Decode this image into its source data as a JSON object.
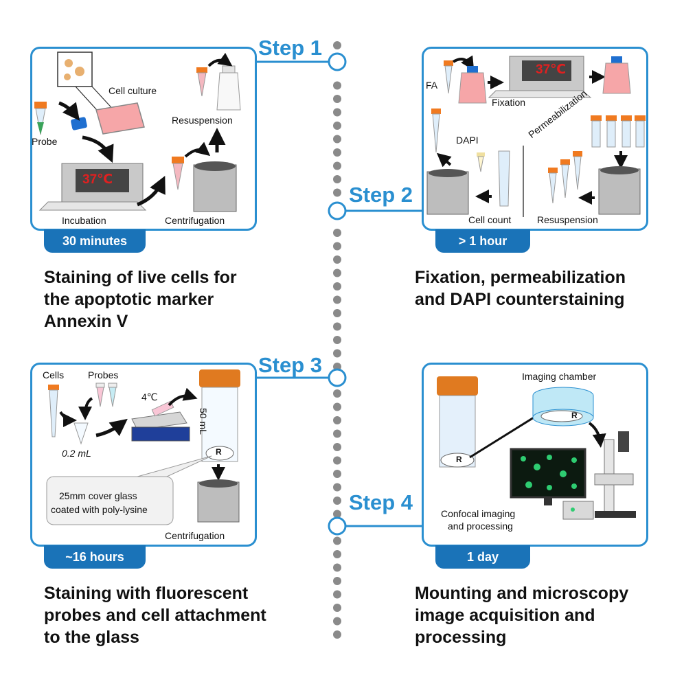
{
  "steps": [
    {
      "step_label": "Step 1",
      "duration": "30 minutes",
      "desc_lines": [
        "Staining of live cells for",
        "the apoptotic marker",
        "Annexin V"
      ],
      "labels": {
        "cell_culture": "Cell culture",
        "probe": "Probe",
        "temperature": "37℃",
        "incubation": "Incubation",
        "centrifugation": "Centrifugation",
        "resuspension": "Resuspension"
      }
    },
    {
      "step_label": "Step 2",
      "duration": "> 1 hour",
      "desc_lines": [
        "Fixation, permeabilization",
        "and DAPI counterstaining"
      ],
      "labels": {
        "fa": "FA",
        "temperature": "37℃",
        "fixation": "Fixation",
        "permeabilization": "Permeabilization",
        "dapi": "DAPI",
        "cell_count": "Cell count",
        "resuspension": "Resuspension"
      }
    },
    {
      "step_label": "Step 3",
      "duration": "~16 hours",
      "desc_lines": [
        "Staining with fluorescent",
        "probes and cell attachment",
        "to the glass"
      ],
      "labels": {
        "cells": "Cells",
        "probes": "Probes",
        "temperature": "4℃",
        "volume_small": "0.2 mL",
        "volume_tube": "50 mL",
        "glass_mark": "R",
        "cover_glass_line1": "25mm cover glass",
        "cover_glass_line2": "coated with poly-lysine",
        "centrifugation": "Centrifugation"
      }
    },
    {
      "step_label": "Step 4",
      "duration": "1 day",
      "desc_lines": [
        "Mounting and microscopy",
        "image acquisition and",
        "processing"
      ],
      "labels": {
        "imaging_chamber": "Imaging chamber",
        "glass_mark": "R",
        "glass_mark_chamber": "R",
        "confocal_line1": "Confocal imaging",
        "confocal_line2": "and processing"
      }
    }
  ],
  "colors": {
    "accent": "#2a8fd0",
    "duration_bg": "#1a73b8",
    "temperature": "#e02020",
    "timeline_dots": "#8a8a8a"
  }
}
